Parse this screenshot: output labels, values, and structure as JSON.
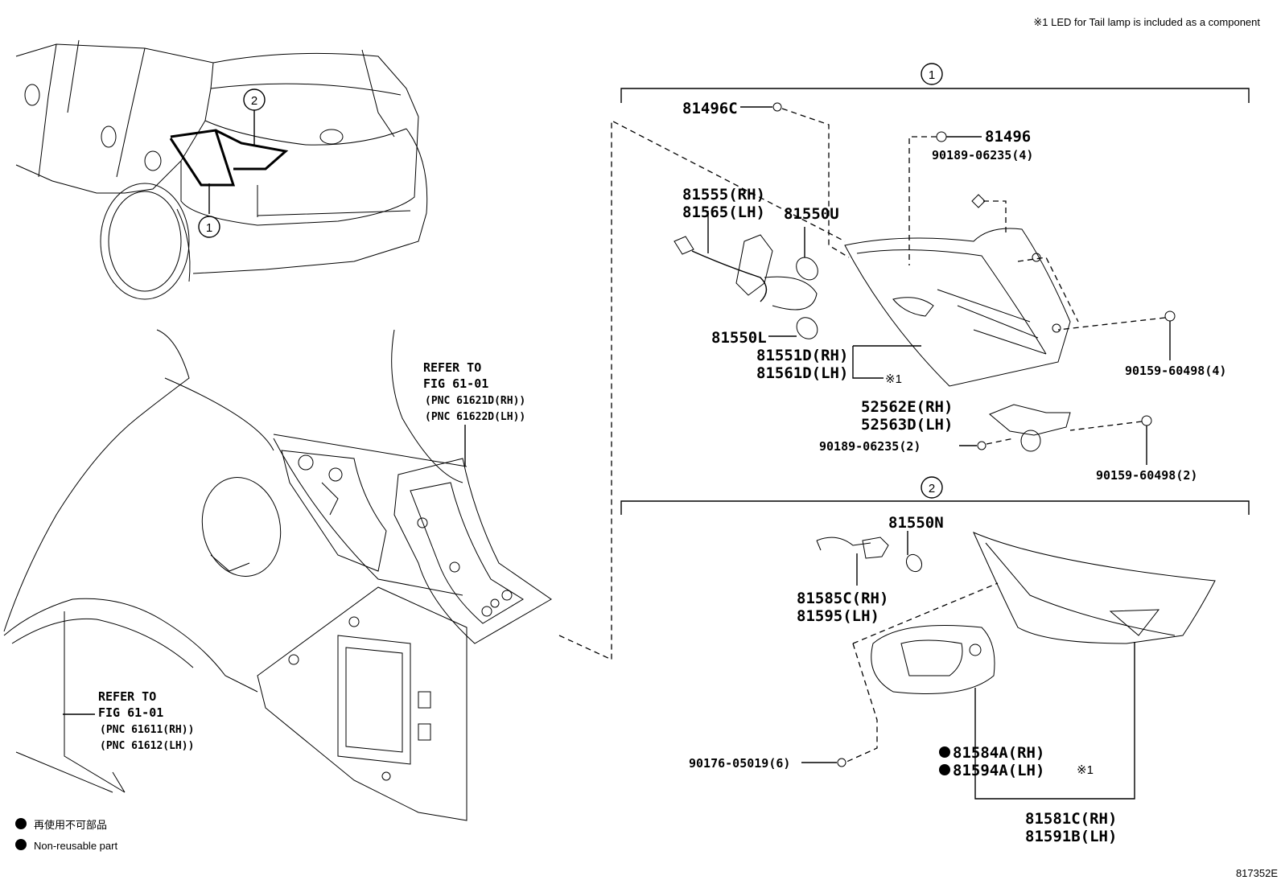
{
  "header_note": "※1 LED for Tail lamp is included as a component",
  "figure_code": "817352E",
  "group_markers": {
    "one": "1",
    "two": "2"
  },
  "refer_upper": {
    "line1": "REFER TO",
    "line2": "FIG 61-01",
    "line3": "(PNC 61621D(RH))",
    "line4": "(PNC 61622D(LH))"
  },
  "refer_lower": {
    "line1": "REFER TO",
    "line2": "FIG 61-01",
    "line3": "(PNC 61611(RH))",
    "line4": "(PNC 61612(LH))"
  },
  "legend": {
    "jp": "再使用不可部品",
    "en": "Non-reusable part"
  },
  "parts": {
    "p81496c": "81496C",
    "p81496": "81496",
    "p90189_4": "90189-06235(4)",
    "p81555": "81555(RH)",
    "p81565": "81565(LH)",
    "p81550u": "81550U",
    "p81550l": "81550L",
    "p81551d": "81551D(RH)",
    "p81561d": "81561D(LH)",
    "note1_a": "※1",
    "p90159_4": "90159-60498(4)",
    "p52562e": "52562E(RH)",
    "p52563d": "52563D(LH)",
    "p90189_2": "90189-06235(2)",
    "p90159_2": "90159-60498(2)",
    "p81550n": "81550N",
    "p81585c": "81585C(RH)",
    "p81595": "81595(LH)",
    "p90176": "90176-05019(6)",
    "p81584a": "81584A(RH)",
    "p81594a": "81594A(LH)",
    "note1_b": "※1",
    "p81581c": "81581C(RH)",
    "p81591b": "81591B(LH)"
  }
}
